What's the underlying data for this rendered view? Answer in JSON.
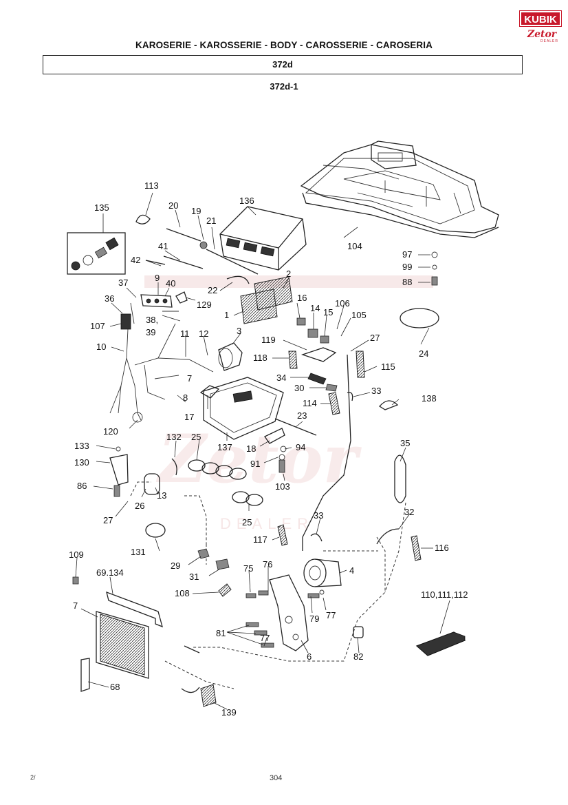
{
  "header": {
    "title": "KAROSERIE - KAROSSERIE - BODY - CAROSSERIE - CAROSERIA",
    "group_code": "372d",
    "figure_code": "372d-1"
  },
  "logo": {
    "brand": "KUBIK",
    "sub_brand": "Zetor",
    "tag": "DEALER",
    "accent_color": "#c8182a"
  },
  "watermark": {
    "text": "Zetor",
    "tag": "DEALER"
  },
  "footer": {
    "page_number": "304",
    "corner_mark": "2/"
  },
  "callouts": {
    "c113": "113",
    "c135": "135",
    "c20": "20",
    "c19": "19",
    "c136": "136",
    "c21": "21",
    "c104": "104",
    "c41": "41",
    "c42": "42",
    "c97": "97",
    "c99": "99",
    "c88": "88",
    "c37": "37",
    "c9": "9",
    "c40": "40",
    "c2": "2",
    "c36": "36",
    "c22": "22",
    "c129": "129",
    "c16": "16",
    "c106": "106",
    "c38": "38,",
    "c39": "39",
    "c1": "1",
    "c14": "14",
    "c15": "15",
    "c105": "105",
    "c24": "24",
    "c107": "107",
    "c3": "3",
    "c119": "119",
    "c27a": "27",
    "c10": "10",
    "c11": "11",
    "c12": "12",
    "c118": "118",
    "c115": "115",
    "c34": "34",
    "c30": "30",
    "c33a": "33",
    "c7a": "7",
    "c8": "8",
    "c114": "114",
    "c138": "138",
    "c17": "17",
    "c23": "23",
    "c120": "120",
    "c137": "137",
    "c18": "18",
    "c132": "132",
    "c25a": "25",
    "c133": "133",
    "c94": "94",
    "c35": "35",
    "c130": "130",
    "c91": "91",
    "c86": "86",
    "c26": "26",
    "c13": "13",
    "c103": "103",
    "c27b": "27",
    "c25b": "25",
    "c33b": "33",
    "c32": "32",
    "c117": "117",
    "c131": "131",
    "c116": "116",
    "c109": "109",
    "c29": "29",
    "c76": "76",
    "c75": "75",
    "c4": "4",
    "c69": "69.134",
    "c31": "31",
    "c108": "108",
    "c110": "110,111,112",
    "c79": "79",
    "c77a": "77",
    "c7b": "7",
    "c81": "81",
    "c77b": "77",
    "c6": "6",
    "c82": "82",
    "c68": "68",
    "c139": "139"
  }
}
